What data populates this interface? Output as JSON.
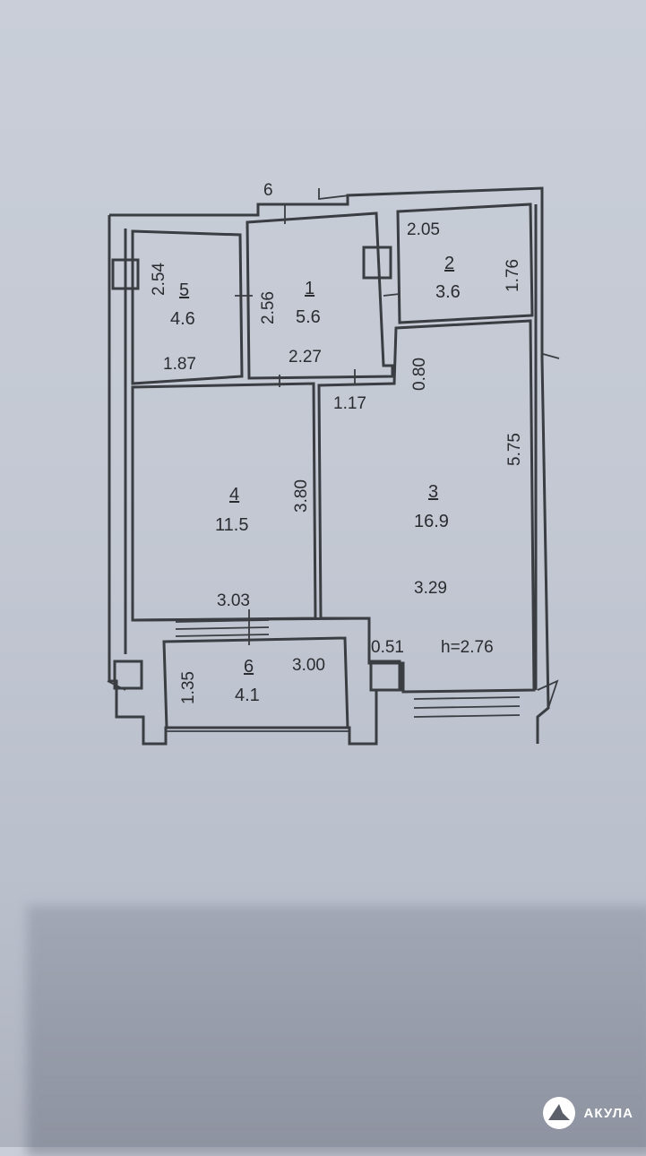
{
  "rooms": [
    {
      "id": "1",
      "num": "1",
      "area": "5.6"
    },
    {
      "id": "2",
      "num": "2",
      "area": "3.6"
    },
    {
      "id": "3",
      "num": "3",
      "area": "16.9"
    },
    {
      "id": "4",
      "num": "4",
      "area": "11.5"
    },
    {
      "id": "5",
      "num": "5",
      "area": "4.6"
    },
    {
      "id": "6",
      "num": "6",
      "area": "4.1"
    }
  ],
  "dimensions": {
    "top_6": "6",
    "r5_height": "2.54",
    "r5_width": "1.87",
    "r1_height": "2.56",
    "r1_width": "2.27",
    "r2_width": "2.05",
    "r2_height": "1.76",
    "corridor_width": "1.17",
    "corridor_height": "0.80",
    "r3_height": "5.75",
    "r3_width": "3.29",
    "r4_height": "3.80",
    "r4_width": "3.03",
    "r6_height": "1.35",
    "r6_width": "3.00",
    "pillar": "0.51",
    "ceiling": "h=2.76"
  },
  "watermark": {
    "text": "АКУЛА"
  }
}
